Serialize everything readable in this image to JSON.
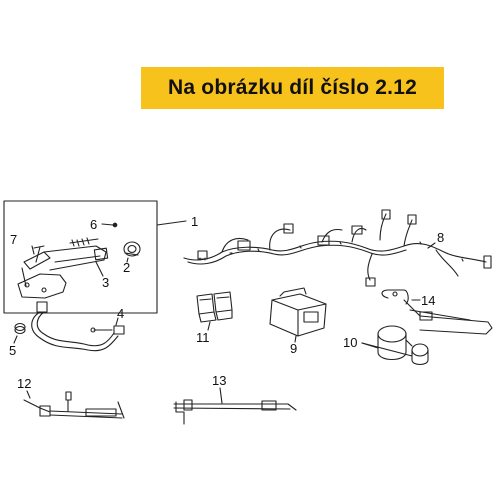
{
  "banner": {
    "text": "Na obrázku díl číslo 2.12",
    "color": "#f8c21d"
  },
  "callouts": [
    {
      "id": "1",
      "label": "1"
    },
    {
      "id": "2",
      "label": "2"
    },
    {
      "id": "3",
      "label": "3"
    },
    {
      "id": "4",
      "label": "4"
    },
    {
      "id": "5",
      "label": "5"
    },
    {
      "id": "6",
      "label": "6"
    },
    {
      "id": "7",
      "label": "7"
    },
    {
      "id": "8",
      "label": "8"
    },
    {
      "id": "9",
      "label": "9"
    },
    {
      "id": "10",
      "label": "10"
    },
    {
      "id": "11",
      "label": "11"
    },
    {
      "id": "12",
      "label": "12"
    },
    {
      "id": "13",
      "label": "13"
    },
    {
      "id": "14",
      "label": "14"
    }
  ]
}
